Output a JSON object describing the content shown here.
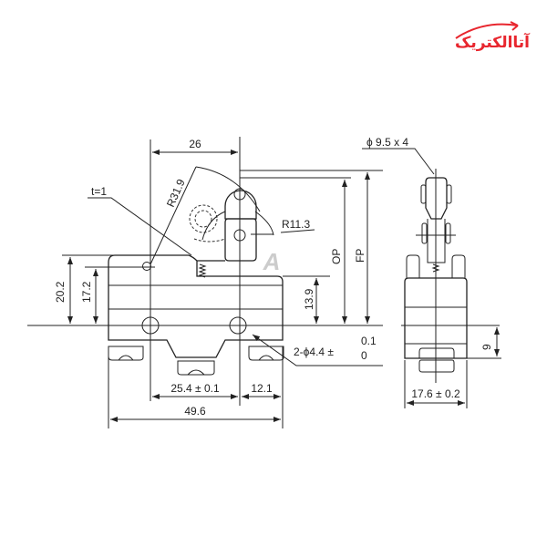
{
  "logo": {
    "text": "آتاالکتریک",
    "color": "#e8262e"
  },
  "watermark": {
    "text": "A"
  },
  "front_view": {
    "dim_lever_offset": "26",
    "thickness": "t=1",
    "lever_radius": "R31.9",
    "roller_radius": "R11.3",
    "op_label": "OP",
    "fp_label": "FP",
    "height_total": "20.2",
    "height_pivot": "17.2",
    "height_body": "13.9",
    "hole_spec_main": "2-ϕ4.4 ±",
    "hole_tol_upper": "0.1",
    "hole_tol_lower": "0",
    "hole_spacing": "25.4 ± 0.1",
    "hole_to_edge": "12.1",
    "overall_width": "49.6"
  },
  "side_view": {
    "roller_spec": "ϕ 9.5 x 4",
    "terminal_height": "9",
    "body_width": "17.6 ± 0.2"
  },
  "line_color": "#222222"
}
